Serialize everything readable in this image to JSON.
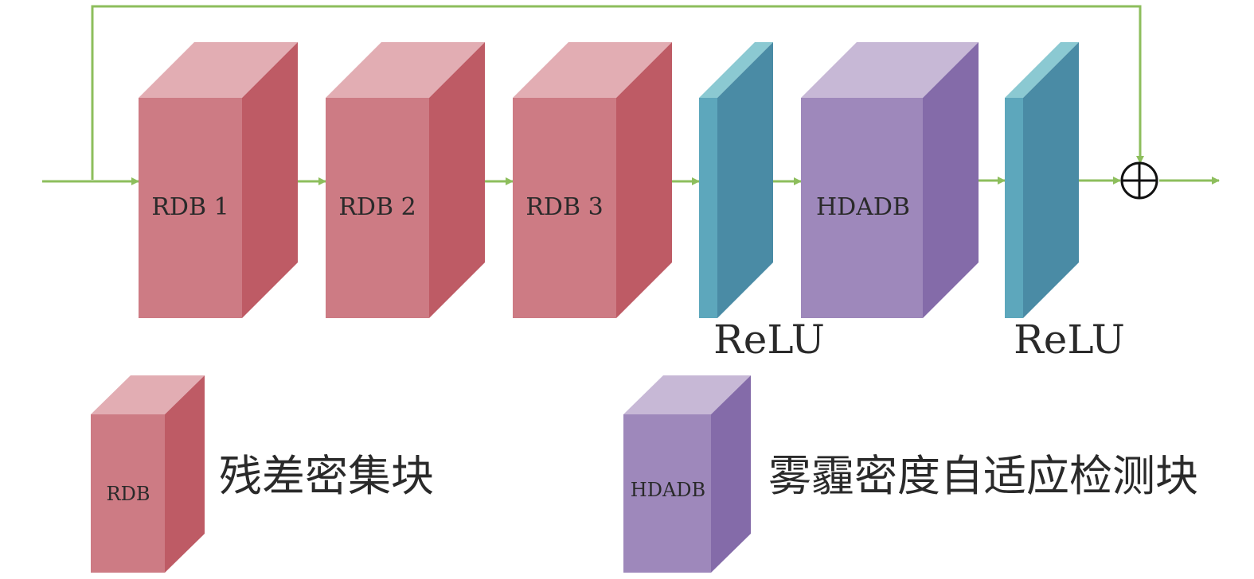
{
  "blocks": [
    {
      "id": "rdb1",
      "label": "RDB 1"
    },
    {
      "id": "rdb2",
      "label": "RDB 2"
    },
    {
      "id": "rdb3",
      "label": "RDB 3"
    },
    {
      "id": "hdadb",
      "label": "HDADB"
    }
  ],
  "relu_labels": [
    "ReLU",
    "ReLU"
  ],
  "legend": [
    {
      "block_label": "RDB",
      "description": "残差密集块"
    },
    {
      "block_label": "HDADB",
      "description": "雾霾密度自适应检测块"
    }
  ],
  "colors": {
    "rdb_front": "#CD7B84",
    "rdb_top": "#E2ADB3",
    "rdb_side": "#BE5B65",
    "hdadb_front": "#9E88BB",
    "hdadb_top": "#C7B8D6",
    "hdadb_side": "#846BA9",
    "relu_front": "#5DA7BC",
    "relu_top": "#8BC9D2",
    "relu_side": "#4A8BA5",
    "arrow": "#8DBE5C"
  },
  "icons": {
    "sum_node": "circle-plus-icon"
  }
}
